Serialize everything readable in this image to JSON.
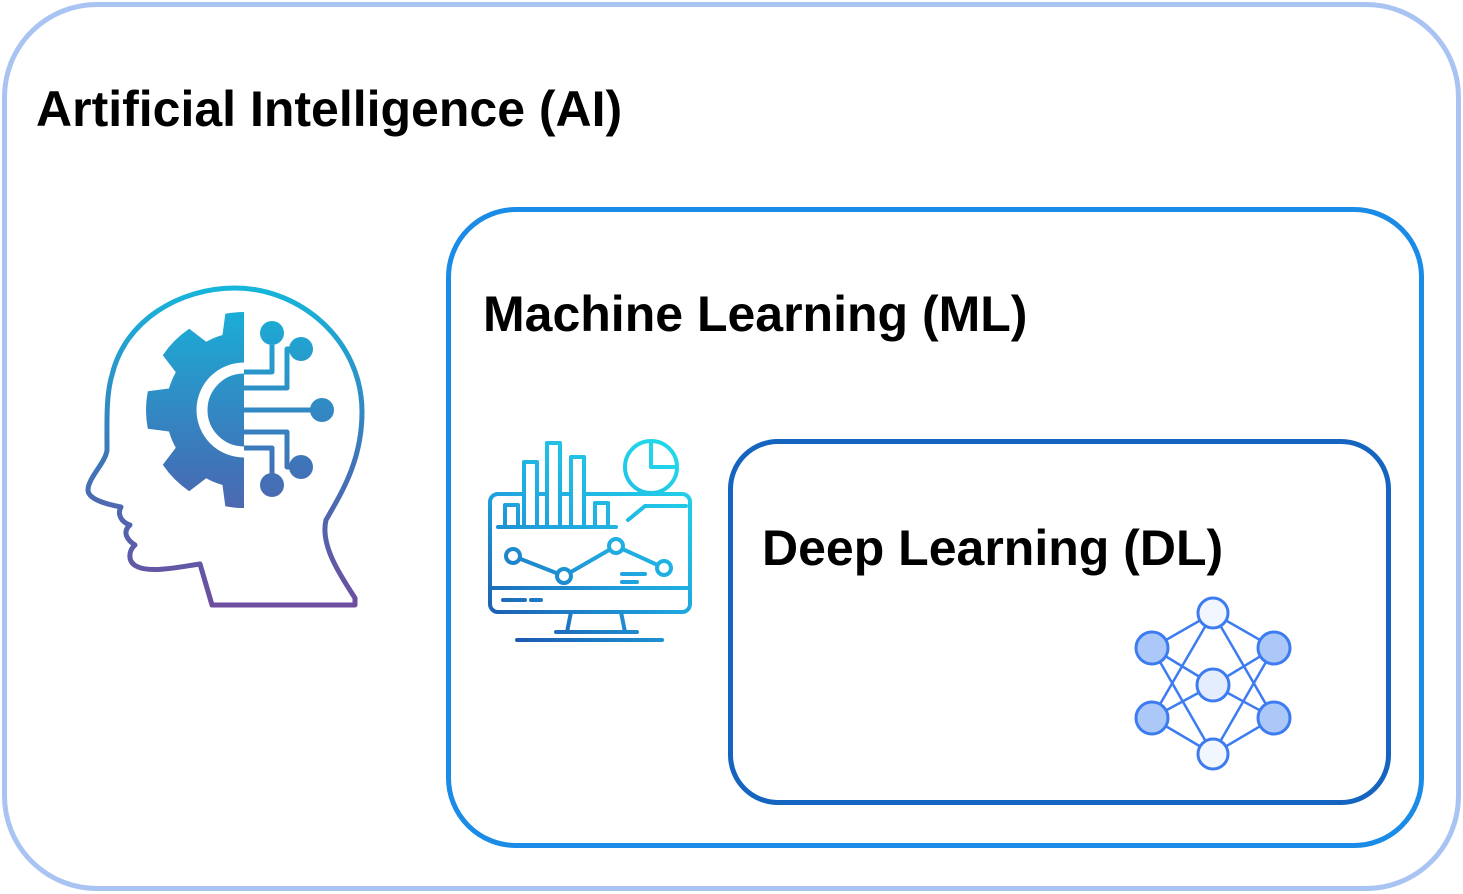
{
  "diagram": {
    "ai": {
      "title": "Artificial Intelligence (AI)",
      "icon": "head-gear-icon",
      "border_color": "#a9c4f2"
    },
    "ml": {
      "title": "Machine Learning (ML)",
      "icon": "monitor-analytics-icon",
      "border_color": "#1a8be6"
    },
    "dl": {
      "title": "Deep Learning (DL)",
      "icon": "neural-network-icon",
      "border_color": "#1565c0"
    }
  }
}
